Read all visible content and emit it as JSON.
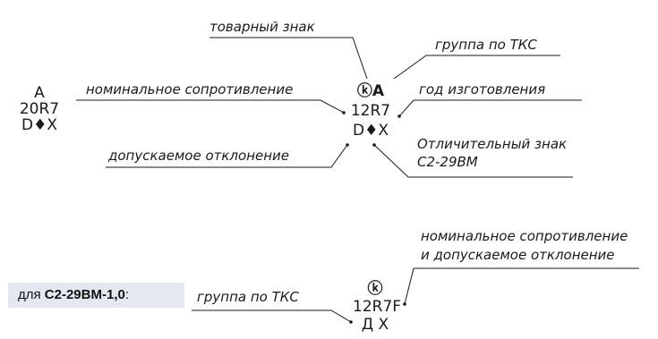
{
  "left_marking": {
    "line1": "A",
    "line2": "20R7",
    "line3": "D♦X"
  },
  "main_marking": {
    "line1": "ⓚA",
    "line2": "12R7",
    "line3": "D♦X"
  },
  "labels": {
    "trademark": "товарный знак",
    "tks_group": "группа по ТКС",
    "nominal_resistance": "номинальное сопротивление",
    "year": "год изготовления",
    "distinctive_line1": "Отличительный знак",
    "distinctive_line2": "С2-29ВМ",
    "tolerance": "допускаемое отклонение"
  },
  "bottom": {
    "note_prefix": "для ",
    "note_model": "С2-29ВМ-1,0",
    "note_suffix": ":",
    "tks_group": "группа по ТКС",
    "nominal_tolerance_line1": "номинальное сопротивление",
    "nominal_tolerance_line2": "и допускаемое отклонение",
    "marking_line1": "ⓚ",
    "marking_line2": "12R7F",
    "marking_line3": "Д X"
  }
}
